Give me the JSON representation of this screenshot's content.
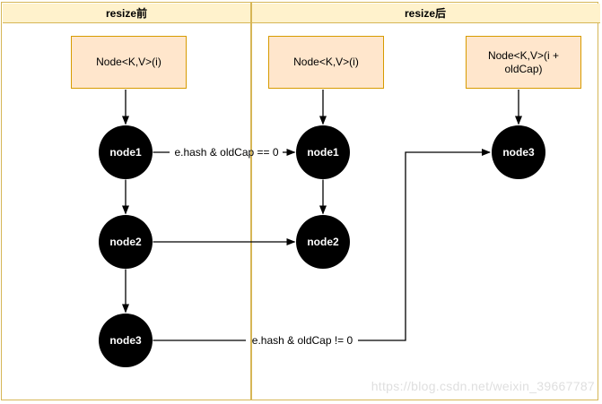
{
  "diagram": {
    "lanes": [
      {
        "title": "resize前"
      },
      {
        "title": "resize后"
      }
    ],
    "boxes": [
      {
        "label": "Node<K,V>(i)"
      },
      {
        "label": "Node<K,V>(i)"
      },
      {
        "label": "Node<K,V>(i + oldCap)"
      }
    ],
    "nodes": {
      "before": [
        "node1",
        "node2",
        "node3"
      ],
      "after": [
        "node1",
        "node2",
        "node3"
      ]
    },
    "edge_labels": {
      "low_bit": "e.hash & oldCap == 0",
      "high_bit": "e.hash & oldCap != 0"
    },
    "watermark": "https://blog.csdn.net/weixin_39667787",
    "colors": {
      "lane_header_fill": "#FFF2CC",
      "lane_border": "#D6B656",
      "box_fill": "#FFE6CC",
      "box_border": "#D79B00",
      "node_fill": "#000000",
      "node_text": "#FFFFFF",
      "connector": "#000000"
    }
  }
}
